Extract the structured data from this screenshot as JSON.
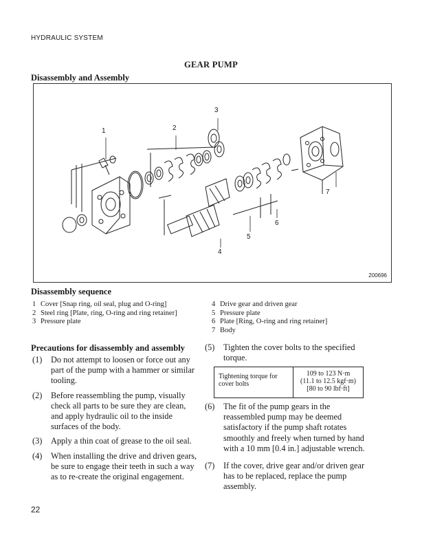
{
  "header": {
    "section": "HYDRAULIC SYSTEM"
  },
  "title": "GEAR PUMP",
  "subtitle": "Disassembly and Assembly",
  "figure": {
    "number": "200696",
    "callouts": [
      "1",
      "2",
      "3",
      "4",
      "5",
      "6",
      "7"
    ]
  },
  "sequence": {
    "heading": "Disassembly sequence",
    "items": [
      {
        "num": "1",
        "text": "Cover [Snap ring, oil seal, plug and O-ring]"
      },
      {
        "num": "2",
        "text": "Steel ring [Plate, ring, O-ring and ring retainer]"
      },
      {
        "num": "3",
        "text": "Pressure plate"
      },
      {
        "num": "4",
        "text": "Drive gear and driven gear"
      },
      {
        "num": "5",
        "text": "Pressure plate"
      },
      {
        "num": "6",
        "text": "Plate [Ring, O-ring and ring retainer]"
      },
      {
        "num": "7",
        "text": "Body"
      }
    ]
  },
  "precautions": {
    "heading": "Precautions for disassembly and assembly",
    "items": [
      {
        "num": "(1)",
        "text": "Do not attempt to loosen or force out any part of the pump with a hammer or similar tooling."
      },
      {
        "num": "(2)",
        "text": "Before reassembling the pump, visually check all parts to be sure they are clean, and apply hydraulic oil to the inside surfaces of the body."
      },
      {
        "num": "(3)",
        "text": "Apply a thin coat of grease to the oil seal."
      },
      {
        "num": "(4)",
        "text": "When installing the drive and driven gears, be sure to engage their teeth in such a way as to re-create the original engagement."
      },
      {
        "num": "(5)",
        "text": "Tighten the cover bolts to the specified torque."
      },
      {
        "num": "(6)",
        "text": "The fit of the pump gears in the reassembled pump may be deemed satisfactory if the pump shaft rotates smoothly and freely when turned by hand with a 10 mm [0.4 in.] adjustable wrench."
      },
      {
        "num": "(7)",
        "text": "If the cover, drive gear and/or driven gear has to be replaced, replace the pump assembly."
      }
    ]
  },
  "torque_table": {
    "label": "Tightening torque for cover bolts",
    "value_line1": "109 to 123 N·m",
    "value_line2": "(11.1 to 12.5 kgf·m)",
    "value_line3": "[80 to 90 lbf·ft]"
  },
  "page_number": "22"
}
